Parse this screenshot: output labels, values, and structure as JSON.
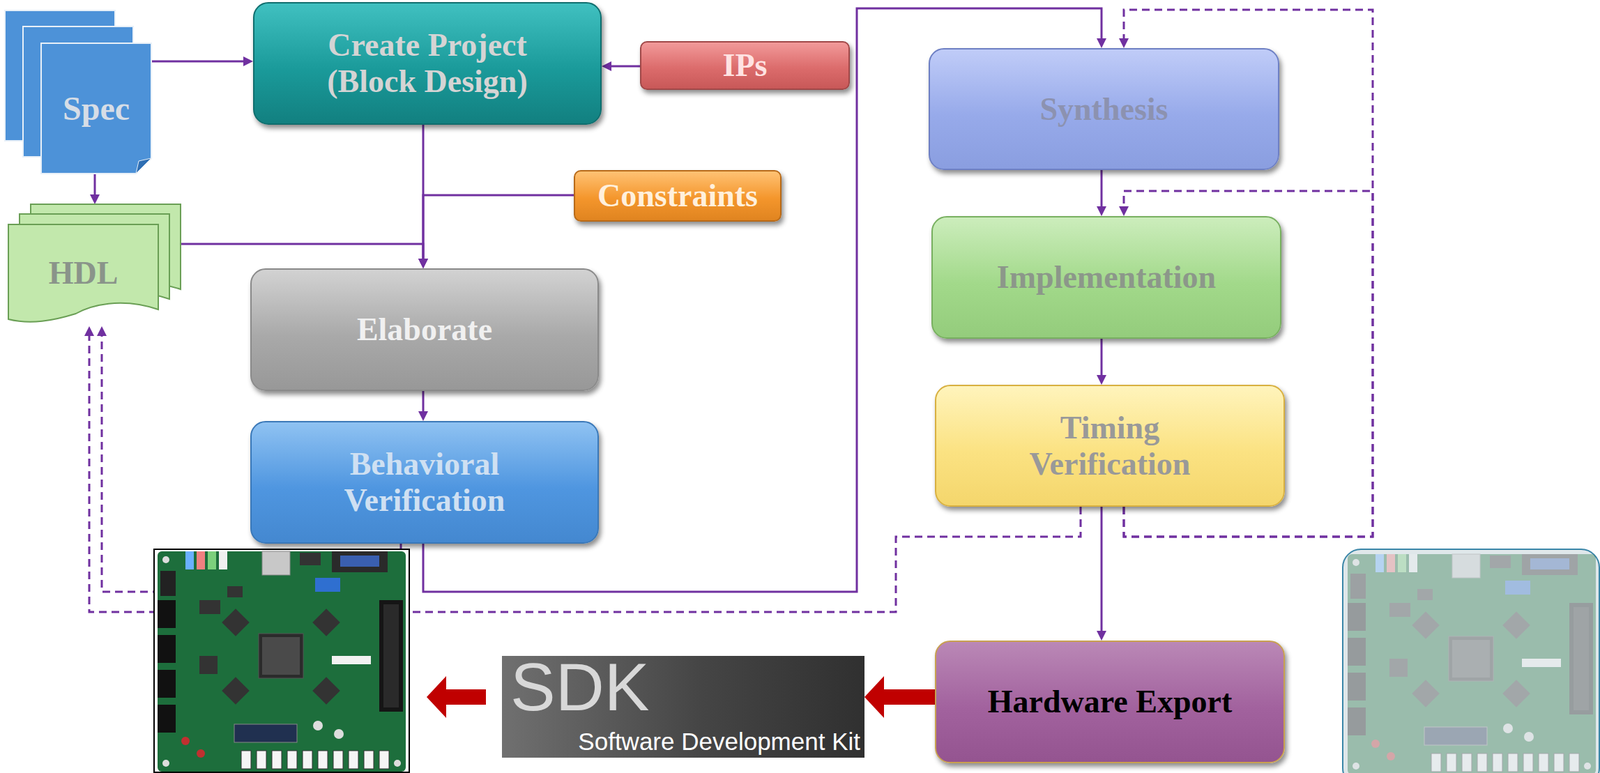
{
  "diagram": {
    "nodes": [
      {
        "text": [
          "Spec"
        ]
      },
      {
        "text": [
          "Create Project (Block Design)"
        ]
      },
      {
        "text": [
          "IPs"
        ]
      },
      {
        "text": [
          "Constraints"
        ]
      },
      {
        "text": [
          "HDL"
        ]
      },
      {
        "text": [
          "Elaborate"
        ]
      },
      {
        "text": [
          "Behavioral Verification"
        ]
      },
      {
        "text": [
          "Synthesis"
        ]
      },
      {
        "text": [
          "Implementation"
        ]
      },
      {
        "text": [
          "Timing Verification"
        ]
      },
      {
        "text": [
          "Hardware Export"
        ]
      },
      {
        "text": [
          "SDK",
          "Software Development Kit"
        ]
      }
    ],
    "edges": [
      {
        "from": 0,
        "to": 1,
        "arrow": "to"
      },
      {
        "from": 2,
        "to": 1,
        "arrow": "to"
      },
      {
        "from": 0,
        "to": 4,
        "arrow": "to"
      },
      {
        "from": 1,
        "to": 5,
        "arrow": "to"
      },
      {
        "from": 3,
        "to": 5,
        "arrow": "to"
      },
      {
        "from": 4,
        "to": 5,
        "arrow": "to"
      },
      {
        "from": 5,
        "to": 6,
        "arrow": "to"
      },
      {
        "from": 6,
        "to": 7,
        "arrow": "to"
      },
      {
        "from": 7,
        "to": 8,
        "arrow": "to"
      },
      {
        "from": 8,
        "to": 9,
        "arrow": "to"
      },
      {
        "from": 9,
        "to": 10,
        "arrow": "to"
      },
      {
        "from": 10,
        "to": 11,
        "arrow": "to"
      },
      {
        "from": 9,
        "to": 7,
        "arrow": "to"
      },
      {
        "from": 9,
        "to": 8,
        "arrow": "to"
      },
      {
        "from": 9,
        "to": 4,
        "arrow": "to"
      },
      {
        "from": 6,
        "to": 4,
        "arrow": "to"
      }
    ]
  }
}
